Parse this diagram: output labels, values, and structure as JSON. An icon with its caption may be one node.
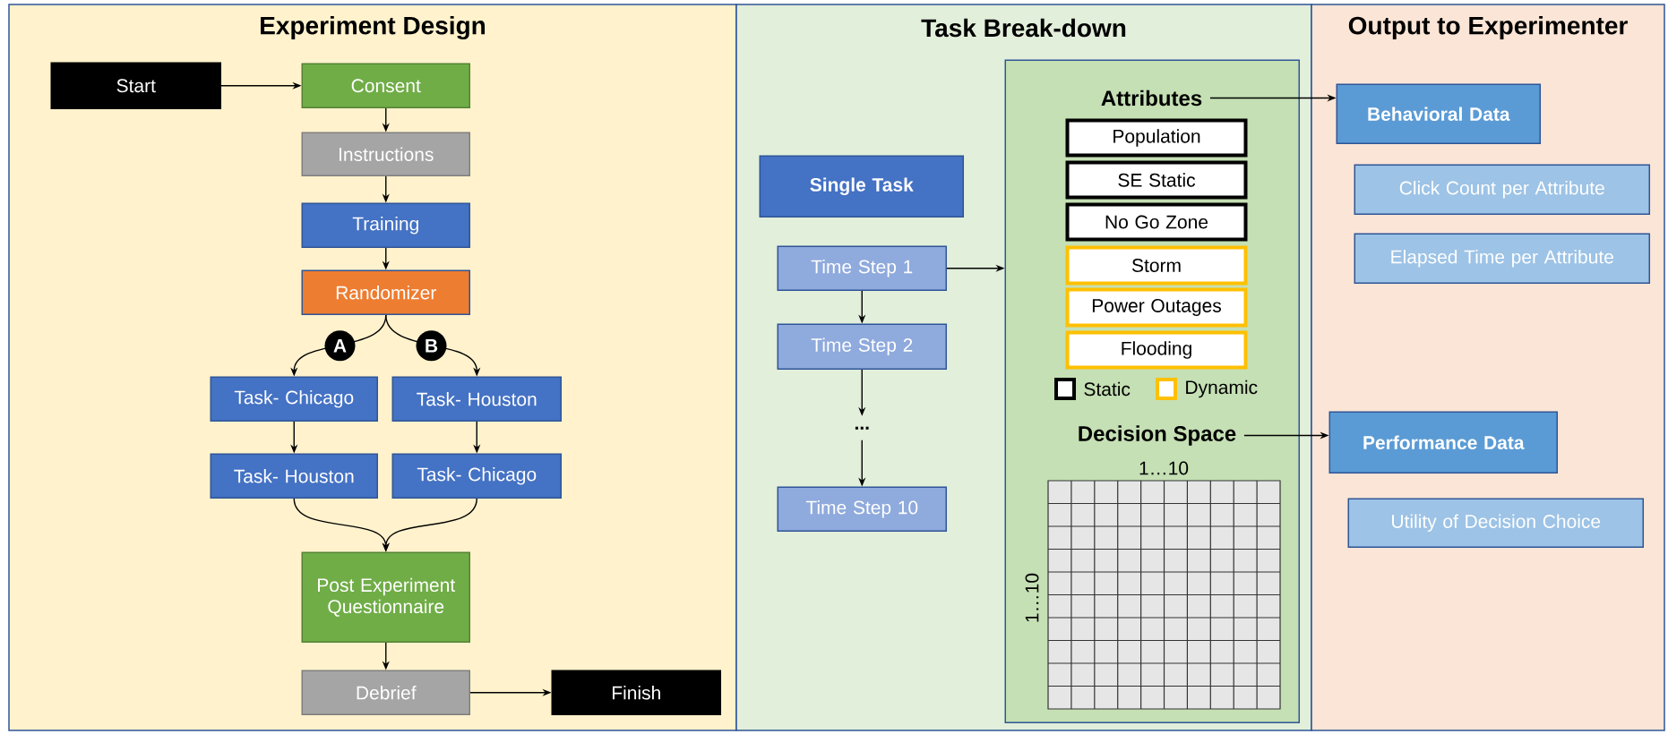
{
  "diagram": {
    "nodes": [
      {
        "text": [
          "Experiment Design"
        ]
      },
      {
        "text": [
          "Start"
        ],
        "in": 0
      },
      {
        "text": [
          "Consent"
        ],
        "in": 0
      },
      {
        "text": [
          "Instructions"
        ],
        "in": 0
      },
      {
        "text": [
          "Training"
        ],
        "in": 0
      },
      {
        "text": [
          "Randomizer"
        ],
        "in": 0
      },
      {
        "text": [
          "Task- Chicago"
        ],
        "in": 0
      },
      {
        "text": [
          "Task- Houston"
        ],
        "in": 0
      },
      {
        "text": [
          "Task- Houston"
        ],
        "in": 0
      },
      {
        "text": [
          "Task- Chicago"
        ],
        "in": 0
      },
      {
        "text": [
          "Post Experiment Questionnaire"
        ],
        "in": 0
      },
      {
        "text": [
          "Debrief"
        ],
        "in": 0
      },
      {
        "text": [
          "Finish"
        ],
        "in": 0
      },
      {
        "text": [
          "Task Break-down"
        ]
      },
      {
        "text": [
          "Single Task"
        ],
        "in": 13
      },
      {
        "text": [
          "Time Step 1"
        ],
        "in": 13
      },
      {
        "text": [
          "Time Step 2"
        ],
        "in": 13
      },
      {
        "text": [
          "..."
        ],
        "in": 13
      },
      {
        "text": [
          "Time Step 10"
        ],
        "in": 13
      },
      {
        "text": [],
        "shape": "box",
        "in": 13
      },
      {
        "text": [
          "Attributes"
        ],
        "in": 19
      },
      {
        "text": [
          "Population"
        ],
        "in": 19
      },
      {
        "text": [
          "SE Static"
        ],
        "in": 19
      },
      {
        "text": [
          "No Go Zone"
        ],
        "in": 19
      },
      {
        "text": [
          "Storm"
        ],
        "in": 19
      },
      {
        "text": [
          "Power Outages"
        ],
        "in": 19
      },
      {
        "text": [
          "Flooding"
        ],
        "in": 19
      },
      {
        "text": [
          "Decision Space"
        ],
        "in": 19
      },
      {
        "text": [
          "Output to Experimenter"
        ]
      },
      {
        "text": [
          "Behavioral Data"
        ],
        "in": 28
      },
      {
        "text": [
          "Click Count per Attribute"
        ],
        "in": 28
      },
      {
        "text": [
          "Elapsed Time per Attribute"
        ],
        "in": 28
      },
      {
        "text": [
          "Performance Data"
        ],
        "in": 28
      },
      {
        "text": [
          "Utility of Decision Choice"
        ],
        "in": 28
      }
    ],
    "edges": [
      {
        "from": 1,
        "to": 2,
        "arrow": "to"
      },
      {
        "from": 2,
        "to": 3,
        "arrow": "to"
      },
      {
        "from": 3,
        "to": 4,
        "arrow": "to"
      },
      {
        "from": 4,
        "to": 5,
        "arrow": "to"
      },
      {
        "from": 5,
        "to": 6,
        "arrow": "to",
        "label": "A"
      },
      {
        "from": 5,
        "to": 7,
        "arrow": "to",
        "label": "B"
      },
      {
        "from": 6,
        "to": 8,
        "arrow": "to"
      },
      {
        "from": 7,
        "to": 9,
        "arrow": "to"
      },
      {
        "from": 8,
        "to": 10,
        "arrow": "to"
      },
      {
        "from": 9,
        "to": 10,
        "arrow": "to"
      },
      {
        "from": 10,
        "to": 11,
        "arrow": "to"
      },
      {
        "from": 11,
        "to": 12,
        "arrow": "to"
      },
      {
        "from": 15,
        "to": 19,
        "arrow": "to"
      },
      {
        "from": 15,
        "to": 16,
        "arrow": "to"
      },
      {
        "from": 16,
        "to": 17,
        "arrow": "to"
      },
      {
        "from": 17,
        "to": 18,
        "arrow": "to"
      },
      {
        "from": 20,
        "to": 29,
        "arrow": "to"
      },
      {
        "from": 27,
        "to": 32,
        "arrow": "to"
      }
    ],
    "labels": [
      "1…10",
      "1…10"
    ],
    "legend": [
      {
        "text": "Static",
        "color": "#000000"
      },
      {
        "text": "Dynamic",
        "color": "#ffc000"
      }
    ]
  }
}
